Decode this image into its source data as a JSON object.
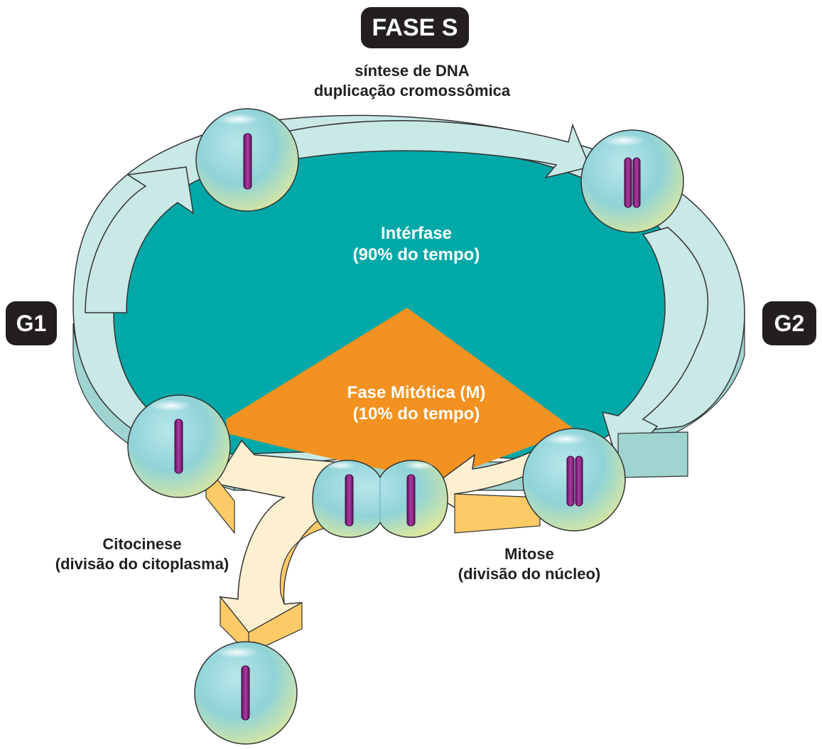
{
  "phases": {
    "s_title": "FASE S",
    "s_line1": "síntese de DNA",
    "s_line2": "duplicação cromossômica",
    "g1": "G1",
    "g2": "G2"
  },
  "interphase": {
    "title": "Intérfase",
    "time": "(90% do tempo)"
  },
  "mitotic": {
    "title": "Fase Mitótica (M)",
    "time": "(10% do tempo)"
  },
  "cytokinesis": {
    "title": "Citocinese",
    "desc": "(divisão do citoplasma)"
  },
  "mitosis": {
    "title": "Mitose",
    "desc": "(divisão do núcleo)"
  },
  "colors": {
    "interphase": "#00a9a8",
    "mitotic": "#f39220",
    "ring": "#c9e9e7",
    "ring_side": "#9fd4d0",
    "division_arrow": "#fdf0d0",
    "division_side": "#fdca68",
    "chromosome": "#8b1f7f",
    "pill": "#231f20"
  }
}
